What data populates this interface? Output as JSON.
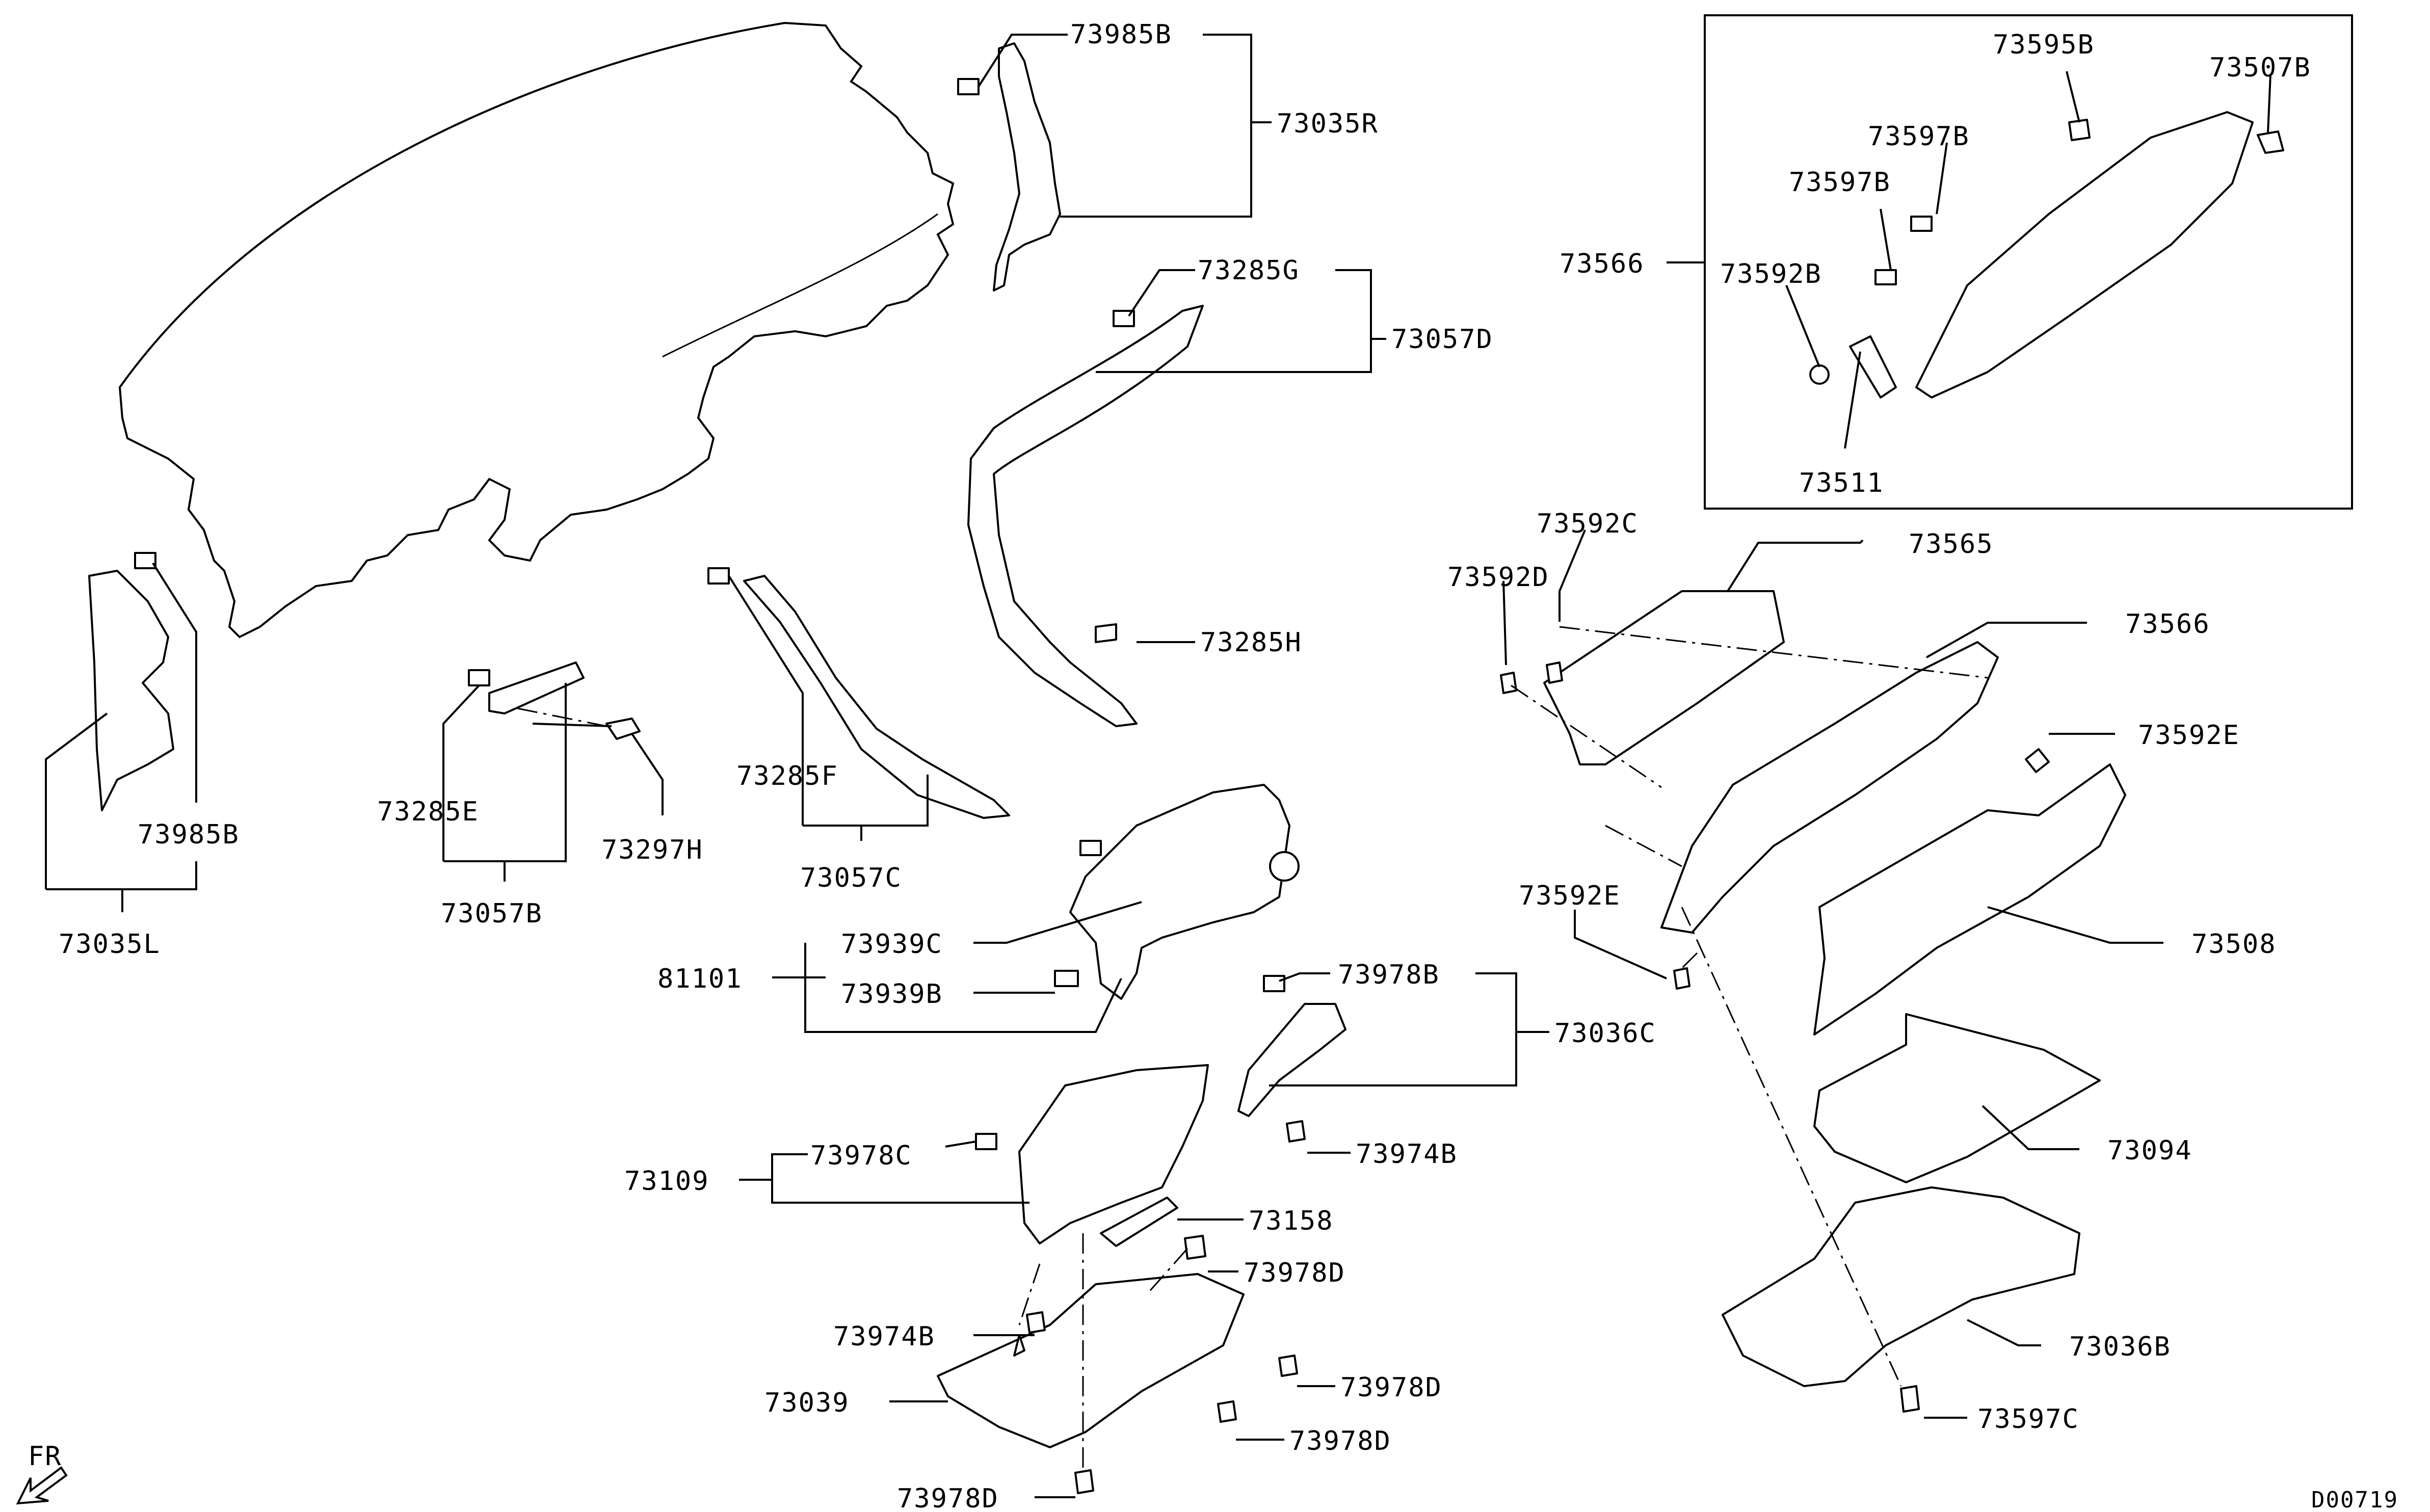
{
  "diagram": {
    "drawing_code": "D00719",
    "direction_marker": "FR",
    "part_labels": {
      "p73985B_top": "73985B",
      "p73035R": "73035R",
      "p73285G": "73285G",
      "p73057D": "73057D",
      "p73285H": "73285H",
      "p73285F": "73285F",
      "p73057C": "73057C",
      "p73285E": "73285E",
      "p73297H": "73297H",
      "p73057B": "73057B",
      "p73985B_left": "73985B",
      "p73035L": "73035L",
      "p73939C": "73939C",
      "p81101": "81101",
      "p73939B": "73939B",
      "p73978B": "73978B",
      "p73036C": "73036C",
      "p73974B_right": "73974B",
      "p73978C": "73978C",
      "p73109": "73109",
      "p73158": "73158",
      "p73978D_a": "73978D",
      "p73974B_left": "73974B",
      "p73978D_b": "73978D",
      "p73039": "73039",
      "p73978D_c": "73978D",
      "p73978D_d": "73978D",
      "p73595B": "73595B",
      "p73507B": "73507B",
      "p73597B_a": "73597B",
      "p73597B_b": "73597B",
      "p73566_box": "73566",
      "p73592B": "73592B",
      "p73511": "73511",
      "p73592C": "73592C",
      "p73565": "73565",
      "p73592D": "73592D",
      "p73566": "73566",
      "p73592E_right": "73592E",
      "p73592E_left": "73592E",
      "p73508": "73508",
      "p73094": "73094",
      "p73036B": "73036B",
      "p73597C": "73597C"
    }
  }
}
